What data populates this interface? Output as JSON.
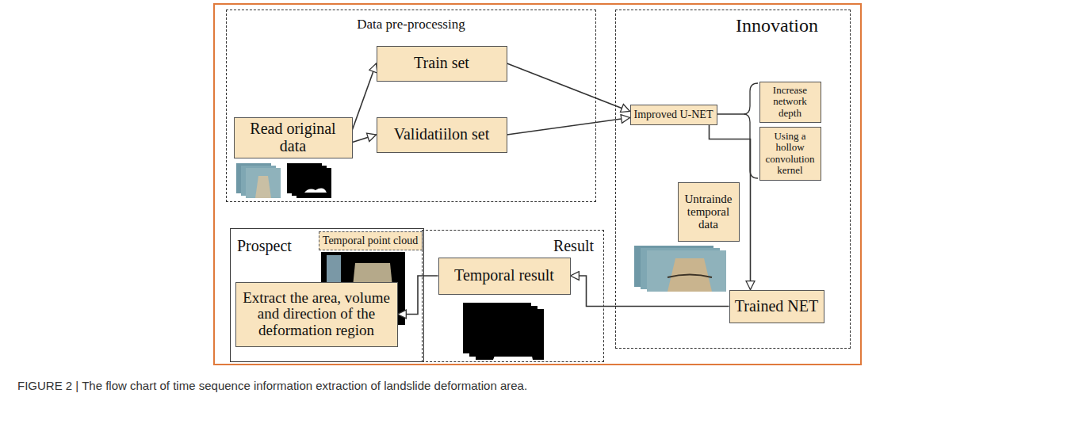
{
  "diagram": {
    "caption": "FIGURE 2 | The flow chart of time sequence information extraction of landslide deformation area.",
    "nodes": [
      {
        "text": [
          "Data pre-processing"
        ]
      },
      {
        "text": [
          "Read original data"
        ],
        "in": 0
      },
      {
        "text": [
          "Train set"
        ],
        "in": 0
      },
      {
        "text": [
          "Validatiilon set"
        ],
        "in": 0
      },
      {
        "text": [
          "Innovation"
        ]
      },
      {
        "text": [
          "Improved U-NET"
        ],
        "in": 4
      },
      {
        "text": [
          "Increase network depth"
        ],
        "in": 4
      },
      {
        "text": [
          "Using a hollow convolution kernel"
        ],
        "in": 4
      },
      {
        "text": [
          "Untrainde temporal data"
        ],
        "in": 4
      },
      {
        "text": [
          "Trained NET"
        ],
        "in": 4
      },
      {
        "text": [
          "Prospect"
        ]
      },
      {
        "text": [
          "Temporal point cloud"
        ],
        "in": 10
      },
      {
        "text": [
          "Extract the area, volume and direction of the deformation region"
        ],
        "in": 10
      },
      {
        "text": [
          "Result"
        ]
      },
      {
        "text": [
          "Temporal result"
        ],
        "in": 13
      }
    ],
    "edges": [
      {
        "from": 1,
        "to": 2,
        "arrow": "to"
      },
      {
        "from": 1,
        "to": 3,
        "arrow": "to"
      },
      {
        "from": 2,
        "to": 5,
        "arrow": "to"
      },
      {
        "from": 3,
        "to": 5,
        "arrow": "to"
      },
      {
        "from": 5,
        "to": 9,
        "arrow": "to"
      },
      {
        "from": 9,
        "to": 14,
        "arrow": "to"
      },
      {
        "from": 14,
        "to": 12,
        "arrow": "to"
      }
    ]
  }
}
